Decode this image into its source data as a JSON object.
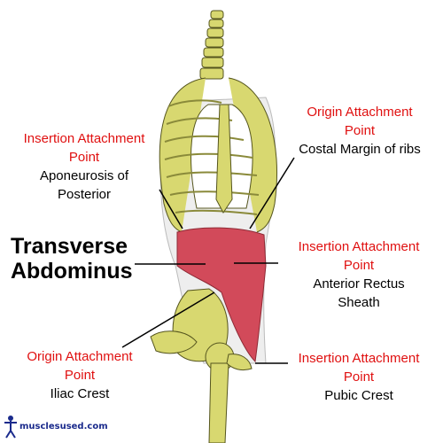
{
  "muscle_title": [
    "Transverse",
    "Abdominus"
  ],
  "labels": {
    "insertion_posterior": {
      "heading": [
        "Insertion Attachment",
        "Point"
      ],
      "body": [
        "Aponeurosis of",
        "Posterior"
      ]
    },
    "origin_costal": {
      "heading": [
        "Origin Attachment",
        "Point"
      ],
      "body": [
        "Costal Margin of ribs"
      ]
    },
    "insertion_rectus": {
      "heading": [
        "Insertion Attachment",
        "Point"
      ],
      "body": [
        "Anterior Rectus",
        "Sheath"
      ]
    },
    "origin_iliac": {
      "heading": [
        "Origin Attachment",
        "Point"
      ],
      "body": [
        "Iliac Crest"
      ]
    },
    "insertion_pubic": {
      "heading": [
        "Insertion Attachment",
        "Point"
      ],
      "body": [
        "Pubic Crest"
      ]
    }
  },
  "brand": "musclesused.com",
  "colors": {
    "heading": "#e01010",
    "bone": "#d8d870",
    "muscle": "#d24a5a",
    "body_text": "#000000"
  }
}
